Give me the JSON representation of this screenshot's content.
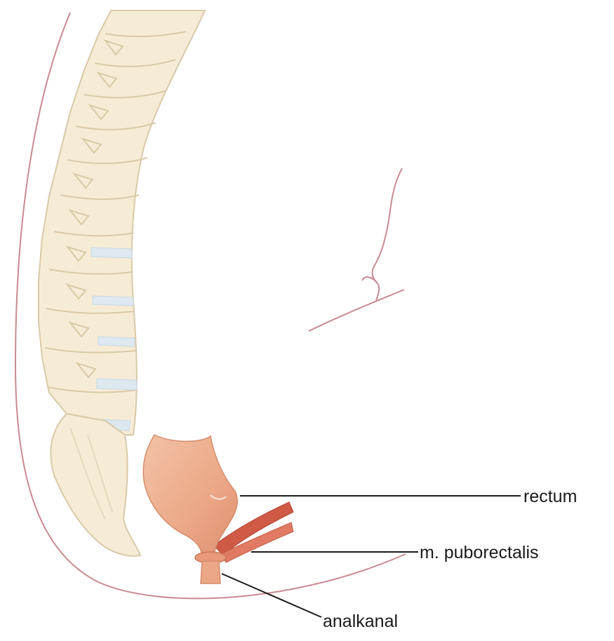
{
  "labels": {
    "rectum": "rectum",
    "puborectalis": "m. puborectalis",
    "analkanal": "analkanal"
  },
  "colors": {
    "body_outline": "#c98a92",
    "bone_fill": "#f6ecd6",
    "bone_stroke": "#d9c9a8",
    "disc_fill": "#dde8f0",
    "rectum_fill": "#eba786",
    "rectum_stroke": "#d68c6c",
    "muscle_fill": "#cf5a45",
    "leader_line": "#1a1a1a"
  }
}
